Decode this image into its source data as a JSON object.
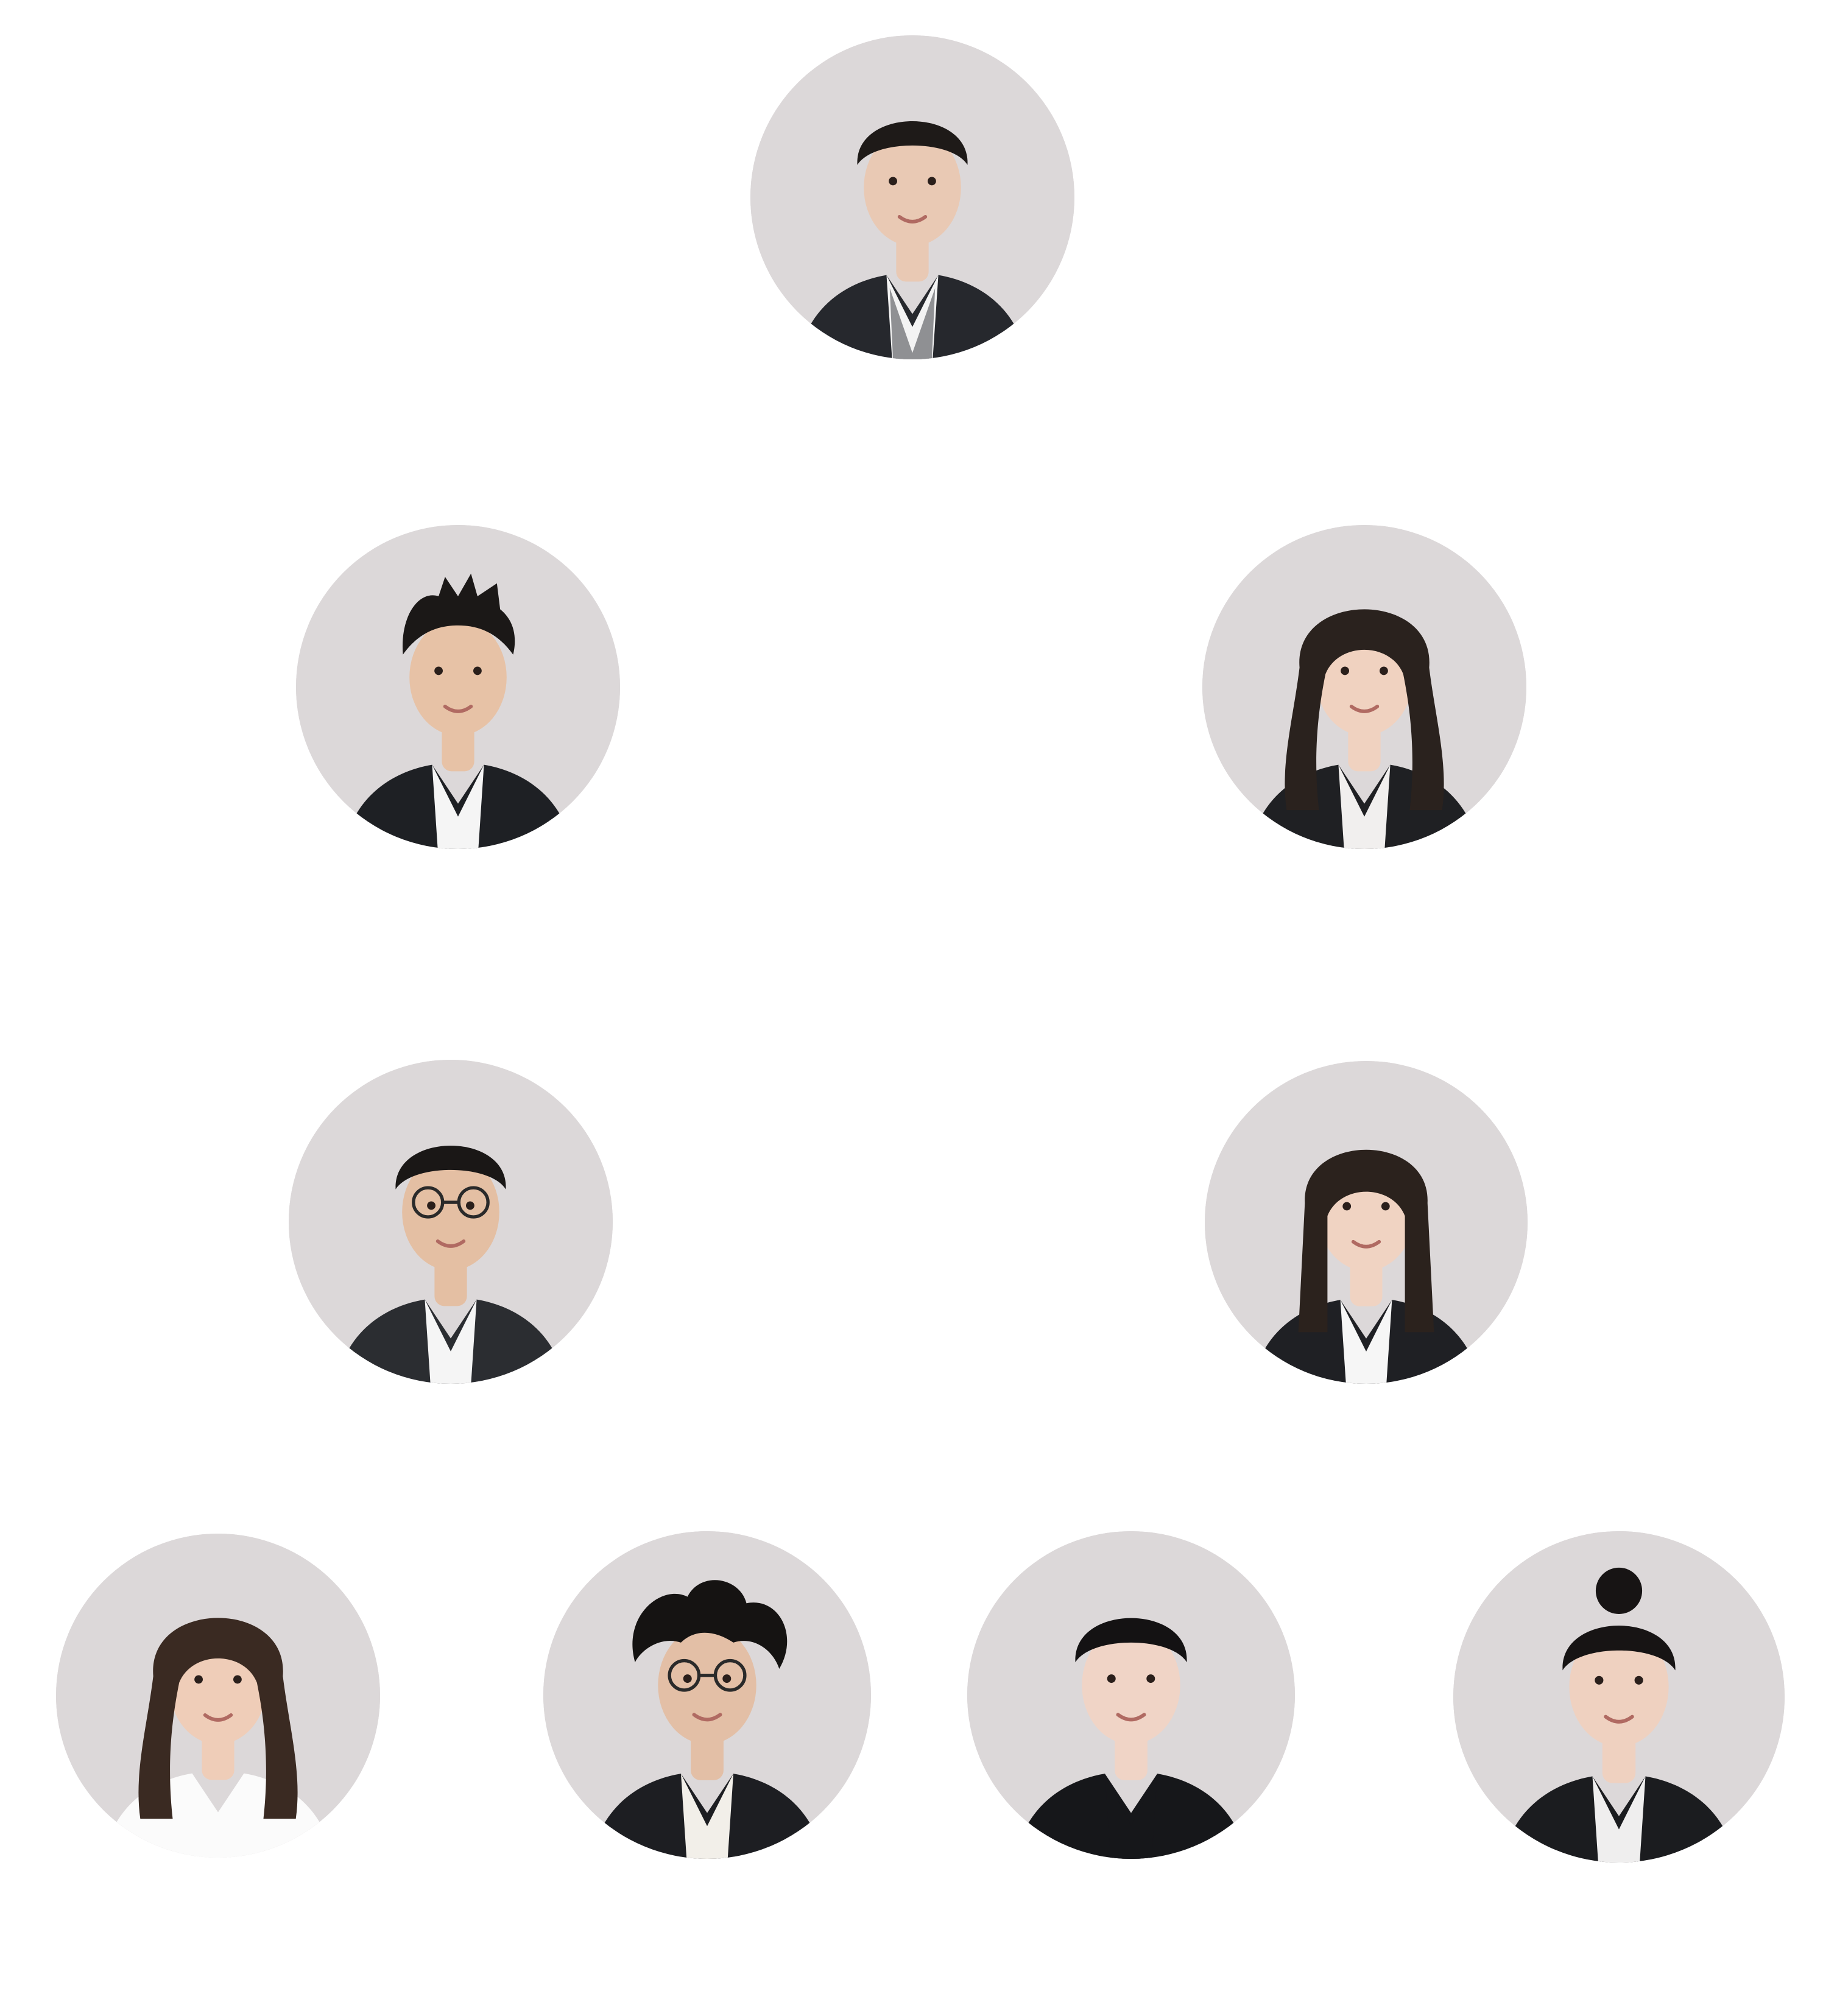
{
  "avatar_background": "#dcd8d9",
  "page_background": "#ffffff",
  "people": [
    {
      "position": "top",
      "hair": "#1e1a18",
      "hair_style": "short",
      "skin": "#e9c9b4",
      "suit": "#26282d",
      "shirt": "#f3f3f3",
      "vest": "#8f9093",
      "glasses": false
    },
    {
      "position": "second-left",
      "hair": "#1b1817",
      "hair_style": "spiky",
      "skin": "#e7c2a6",
      "suit": "#1e2024",
      "shirt": "#f5f5f5",
      "glasses": false
    },
    {
      "position": "second-right",
      "hair": "#2a221e",
      "hair_style": "long-wavy",
      "skin": "#f0d2c0",
      "suit": "#1f2023",
      "shirt": "#f1efee",
      "glasses": false
    },
    {
      "position": "third-left",
      "hair": "#1a1716",
      "hair_style": "short",
      "skin": "#e4bfa3",
      "suit": "#2b2d31",
      "shirt": "#f5f5f5",
      "glasses": true
    },
    {
      "position": "third-right",
      "hair": "#2b221d",
      "hair_style": "long-straight",
      "skin": "#f0d3c2",
      "suit": "#1f2024",
      "shirt": "#f6f6f6",
      "glasses": false
    },
    {
      "position": "bottom-1",
      "hair": "#3a2a22",
      "hair_style": "long-wavy",
      "skin": "#efcdb8",
      "suit": "#fbfbfb",
      "shirt": "#fbfbfb",
      "glasses": false
    },
    {
      "position": "bottom-2",
      "hair": "#151312",
      "hair_style": "curly",
      "skin": "#e3bfa6",
      "suit": "#1d1e22",
      "shirt": "#f2efe9",
      "glasses": true
    },
    {
      "position": "bottom-3",
      "hair": "#141213",
      "hair_style": "short",
      "skin": "#f0d4c6",
      "suit": "#16171a",
      "shirt": "#16171a",
      "glasses": false
    },
    {
      "position": "bottom-4",
      "hair": "#171414",
      "hair_style": "bun",
      "skin": "#efd1c0",
      "suit": "#1b1c1f",
      "shirt": "#efeeee",
      "glasses": false
    }
  ]
}
